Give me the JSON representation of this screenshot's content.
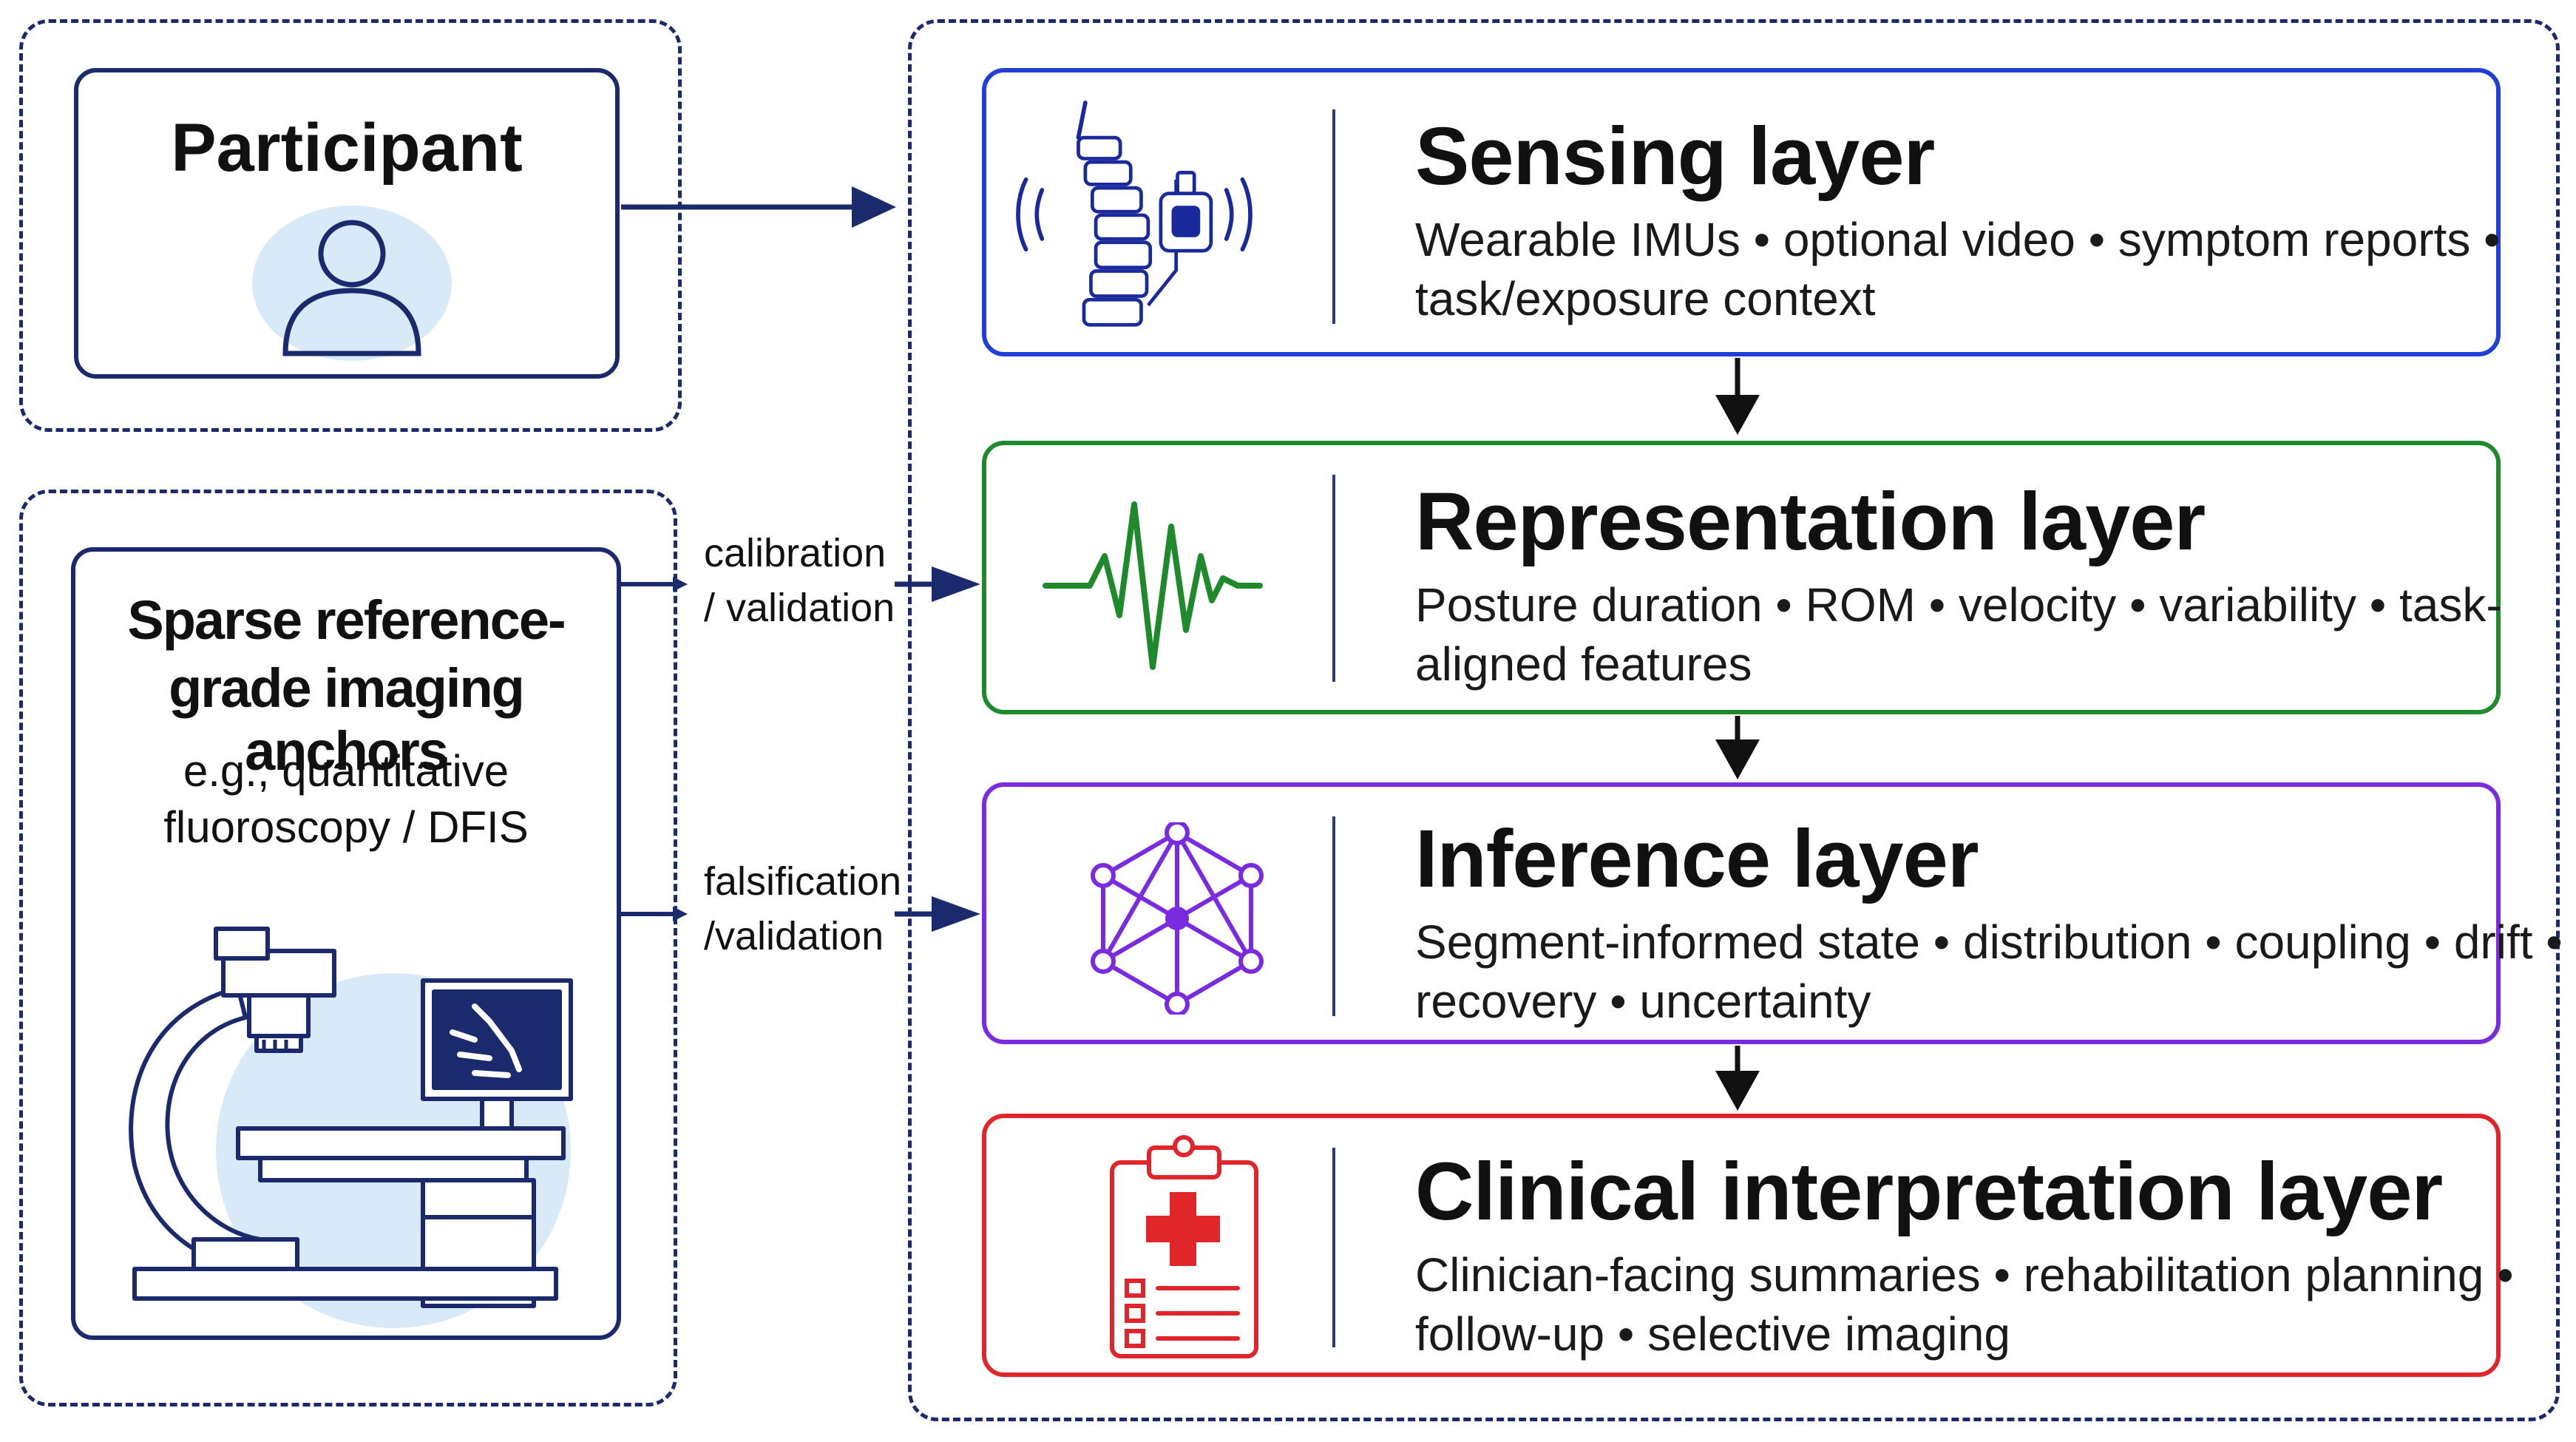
{
  "participant": {
    "title": "Participant",
    "icon": "person-icon"
  },
  "anchors": {
    "title_line1": "Sparse reference-",
    "title_line2": "grade imaging anchors",
    "subtitle_line1": "e.g., quantitative",
    "subtitle_line2": "fluoroscopy / DFIS",
    "icon": "fluoroscopy-machine-icon"
  },
  "connectors": {
    "top_line1": "calibration",
    "top_line2": "/ validation",
    "bottom_line1": "falsification",
    "bottom_line2": "/validation"
  },
  "layers": [
    {
      "title": "Sensing layer",
      "desc": "Wearable IMUs • optional video • symptom reports • task/exposure context",
      "color": "#1f3fd6",
      "icon": "spine-sensor-icon"
    },
    {
      "title": "Representation layer",
      "desc": "Posture duration • ROM • velocity • variability • task-aligned features",
      "color": "#1e8a2c",
      "icon": "waveform-icon"
    },
    {
      "title": "Inference layer",
      "desc": "Segment-informed state • distribution • coupling • drift • recovery • uncertainty",
      "color": "#7a2be0",
      "icon": "network-graph-icon"
    },
    {
      "title": "Clinical interpretation layer",
      "desc": "Clinician-facing summaries • rehabilitation planning • follow-up • selective imaging",
      "color": "#e0262a",
      "icon": "clipboard-medical-icon"
    }
  ],
  "colors": {
    "navy": "#1a2a6c",
    "light_blue": "#d8eaf8"
  }
}
